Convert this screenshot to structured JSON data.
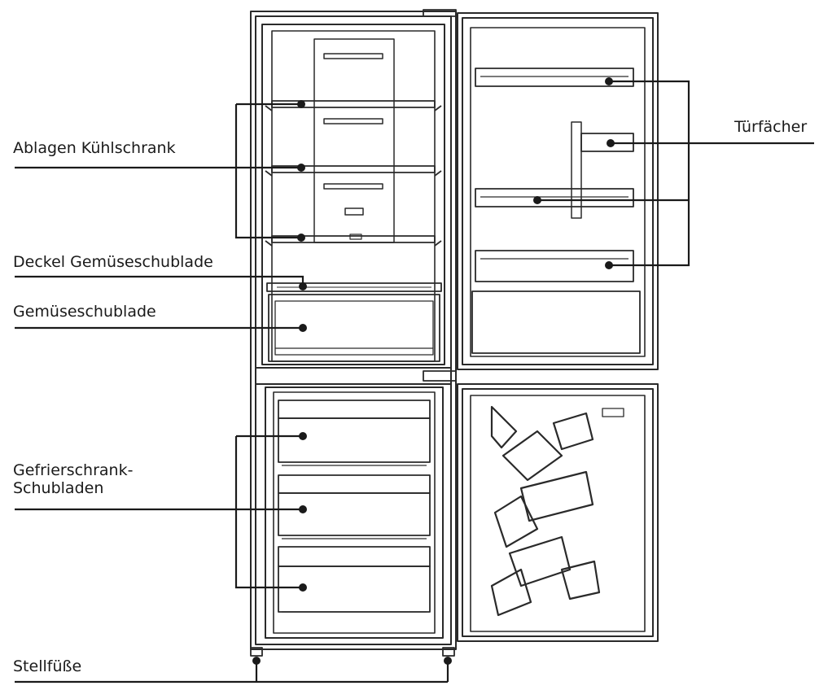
{
  "labels": {
    "shelves": "Ablagen Kühlschrank",
    "crisper_cover": "Deckel Gemüseschublade",
    "crisper": "Gemüseschublade",
    "freezer_line1": "Gefrierschrank-",
    "freezer_line2": "Schubladen",
    "feet": "Stellfüße",
    "door_shelves": "Türfächer"
  },
  "colors": {
    "line": "#1a1a1a",
    "outline": "#2a2a2a",
    "background": "#ffffff"
  }
}
